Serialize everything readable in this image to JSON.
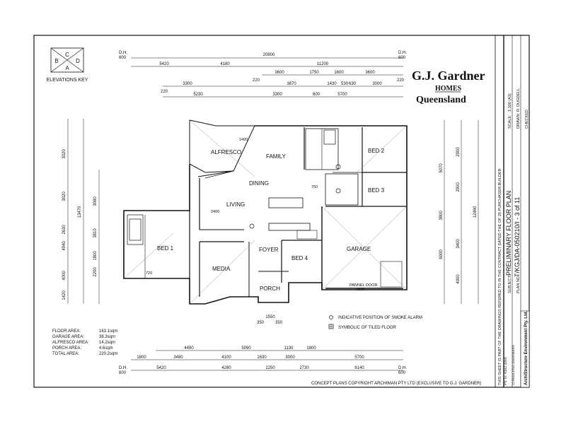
{
  "brand": {
    "name": "G.J. Gardner",
    "homes": "HOMES",
    "region": "Queensland"
  },
  "elevations_key": {
    "label": "ELEVATIONS KEY",
    "letters": [
      "A",
      "B",
      "C",
      "D"
    ]
  },
  "rooms": {
    "alfresco": "ALFRESCO",
    "family": "FAMILY",
    "bed2": "BED 2",
    "dining": "DINING",
    "bed3": "BED 3",
    "living": "LIVING",
    "bed1": "BED 1",
    "garage": "GARAGE",
    "foyer": "FOYER",
    "bed4": "BED 4",
    "media": "MEDIA",
    "porch": "PORCH"
  },
  "top_dims": {
    "dh_left": "D.H.",
    "dh_left_val": "600",
    "dh_right": "D.H.",
    "dh_right_val": "600",
    "overall": "20800",
    "row2": [
      "5420",
      "4180",
      "11200"
    ],
    "row3": [
      "3600",
      "1750",
      "1600",
      "3600"
    ],
    "row3_edges": [
      "220",
      "220"
    ],
    "row4": [
      "3300",
      "3870",
      "1430",
      "530",
      "630",
      "3000"
    ],
    "row5": [
      "5230",
      "3300",
      "600",
      "5700"
    ],
    "row5_edge": "220"
  },
  "bottom_dims": {
    "row1": [
      "4490",
      "5090",
      "1130",
      "1800"
    ],
    "row2": [
      "1800",
      "3480",
      "4100",
      "1630",
      "3000",
      "5700"
    ],
    "row3": [
      "5420",
      "4280",
      "2250",
      "2730",
      "6140"
    ],
    "dh_left": "D.H.",
    "dh_left_val": "600",
    "dh_right": "D.H.",
    "dh_right_val": "600",
    "porch_a": "1550",
    "porch_b": "350",
    "porch_c": "350"
  },
  "left_dims": {
    "outer": [
      "3020",
      "3020",
      "2630",
      "4940",
      "4000"
    ],
    "inner": [
      "3080",
      "3810",
      "1800",
      "2200",
      "1420"
    ],
    "total": "13470"
  },
  "right_dims": {
    "outer": [
      "2900",
      "2900",
      "3400",
      "4000"
    ],
    "inner": [
      "5070",
      "3800",
      "6000"
    ],
    "total": "12460"
  },
  "internal_labels": {
    "alfresco_w": "1400",
    "living_w": "2400",
    "hall_w": "750",
    "bed1_robe": "720",
    "garage_door": "PANNEL DOOR",
    "garage_door_w": "4800"
  },
  "legend": {
    "smoke": "INDICATIVE POSITION OF SMOKE ALARM",
    "tiled": "SYMBOLIC OF TILED FLOOR"
  },
  "areas": [
    {
      "label": "FLOOR AREA:",
      "value": "163.1sqm"
    },
    {
      "label": "GARAGE AREA:",
      "value": "38.3sqm"
    },
    {
      "label": "ALFRESCO AREA:",
      "value": "14.2sqm"
    },
    {
      "label": "PORCH AREA:",
      "value": "4.6sqm"
    },
    {
      "label": "TOTAL AREA:",
      "value": "220.2sqm"
    }
  ],
  "copyright": "CONCEPT PLANS COPYRIGHT ARCHIMAN PTY LTD (EXCLUSIVE TO G.J. GARDNER)",
  "title_block": {
    "contract_note": "THIS SHEET IS PART OF THE DRAWINGS REFERED TO IN THE CONTRACT DATED THE   OF   20   PURCHASER   BUILDER",
    "subject_label": "SUBJECT:",
    "subject": "PRELIMINARY FLOOR PLAN",
    "plan_label": "PLAN NO:",
    "plan_no": "T/KGJ/DA-050210/I - 3 of 11",
    "scale_label": "SCALE:",
    "scale": "1:100 (A3)",
    "drawn_label": "DRAWN:",
    "drawn": "R. DUGDELL",
    "checked_label": "CHECKED",
    "firm": "ArchiStructure Environment Pty. Ltd.",
    "firm_sub": "CONSULTING ENGINEERS",
    "phone": "Ph. 07 4163 2000"
  },
  "colors": {
    "ink": "#111111",
    "paper": "#ffffff",
    "faint": "#777777"
  }
}
